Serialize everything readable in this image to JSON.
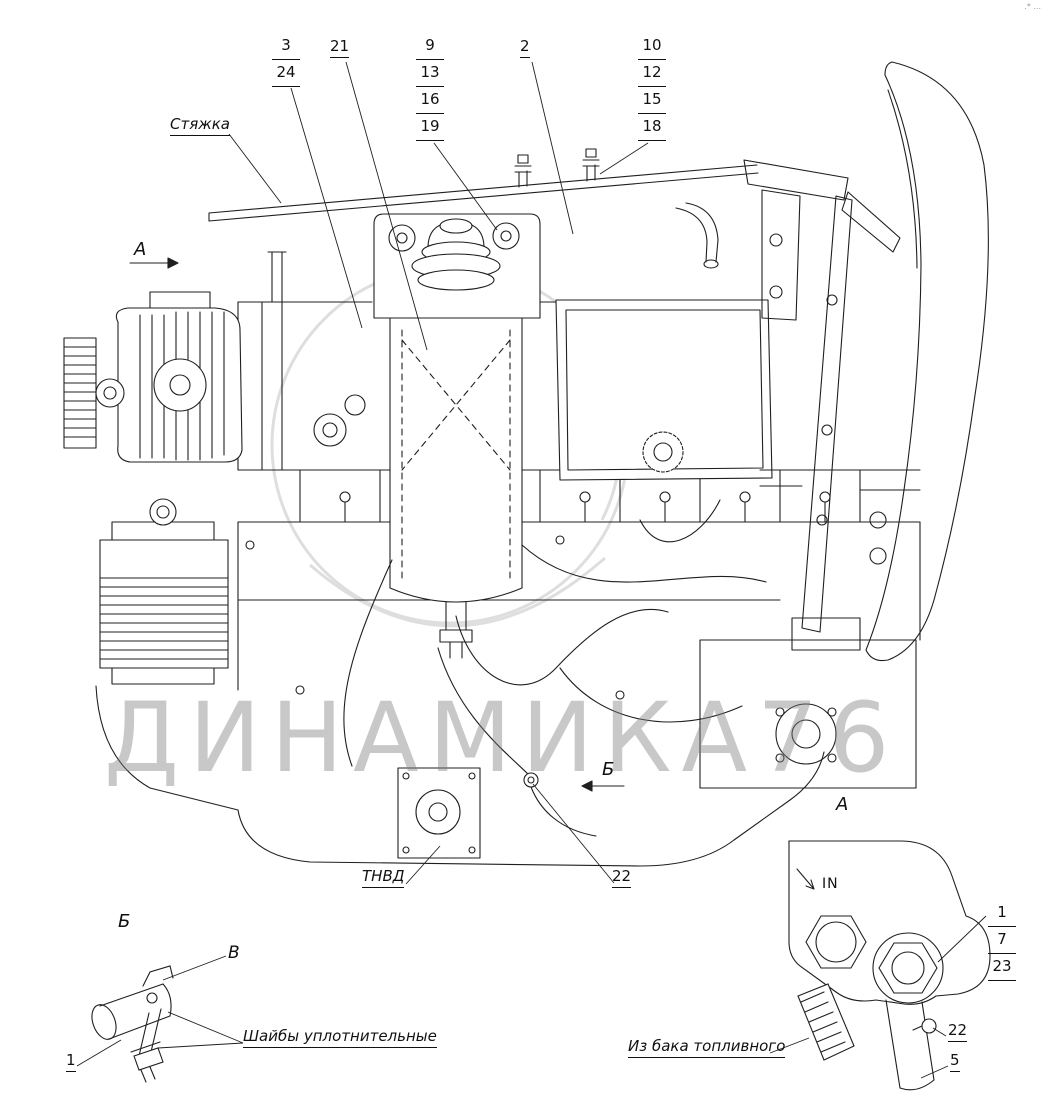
{
  "watermark": {
    "text": "ДИНАМИКА76",
    "corner_note": ".* ..."
  },
  "labels": {
    "styazhka": "Стяжка",
    "tnvd": "ТНВД",
    "washers": "Шайбы уплотнительные",
    "from_fuel_tank": "Из бака топливного",
    "in_port": "IN"
  },
  "views": {
    "section_a": "А",
    "section_b": "Б",
    "detail_a_title": "А",
    "detail_b_title": "Б",
    "detail_v": "В"
  },
  "callouts": {
    "stack_top_1": [
      "3",
      "24"
    ],
    "single_21": "21",
    "stack_top_2": [
      "9",
      "13",
      "16",
      "19"
    ],
    "single_2": "2",
    "stack_top_3": [
      "10",
      "12",
      "15",
      "18"
    ],
    "single_22_main": "22",
    "detail_b_1": "1",
    "stack_detail_a": [
      "1",
      "7",
      "23"
    ],
    "detail_a_22": "22",
    "detail_a_5": "5"
  },
  "colors": {
    "line": "#1f1f1f",
    "watermark": "#9a9a9a",
    "background": "#ffffff"
  }
}
